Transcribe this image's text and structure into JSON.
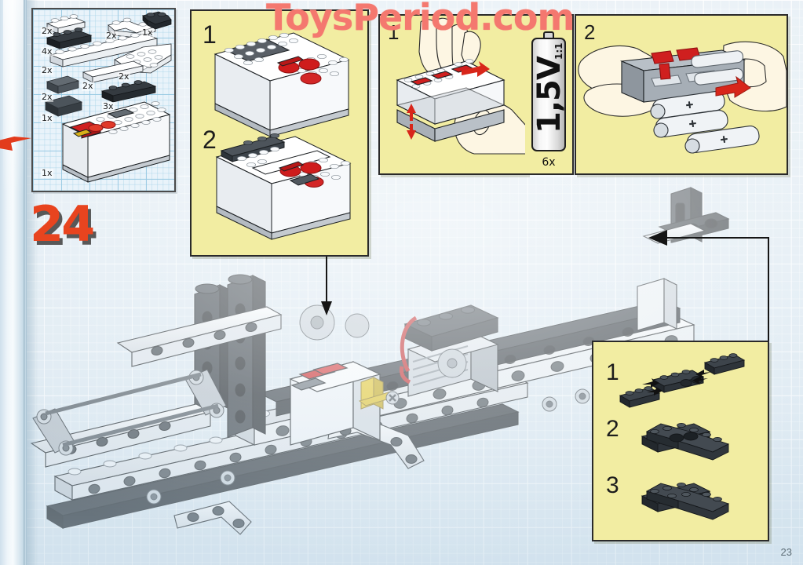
{
  "page": {
    "number": "23",
    "step_number": "24",
    "watermark": "ToysPeriod.com",
    "background_color": "#dfeaf2",
    "panel_yellow_color": "#f2eda2",
    "accent_red": "#e8441f",
    "watermark_color": "#f4786f"
  },
  "parts_bin": {
    "name": "parts-inventory",
    "items": [
      {
        "qty": "2x",
        "desc": "white-plate-1x4"
      },
      {
        "qty": "2x",
        "desc": "white-plate-corner"
      },
      {
        "qty": "1x",
        "desc": "black-plate-corner"
      },
      {
        "qty": "4x",
        "desc": "black-plate-1x4"
      },
      {
        "qty": "2x",
        "desc": "white-technic-brick-1x8"
      },
      {
        "qty": "2x",
        "desc": "white-wedge-plate-6x4"
      },
      {
        "qty": "2x",
        "desc": "white-tile-1x6"
      },
      {
        "qty": "2x",
        "desc": "dark-gray-tile-2x2"
      },
      {
        "qty": "1x",
        "desc": "dark-gray-plate-2x2"
      },
      {
        "qty": "3x",
        "desc": "black-technic-plate-1x6"
      },
      {
        "qty": "1x",
        "desc": "white-battery-box"
      }
    ]
  },
  "panel_battery_build": {
    "name": "battery-box-build-panel",
    "steps": [
      "1",
      "2"
    ]
  },
  "panel_battery_open": {
    "name": "battery-lid-open-panel",
    "step": "1"
  },
  "panel_battery_insert": {
    "name": "battery-insert-panel",
    "step": "2"
  },
  "battery_scale": {
    "name": "battery-scale-indicator",
    "voltage": "1,5V",
    "scale": "1:1",
    "quantity": "6x"
  },
  "panel_crossplate": {
    "name": "cross-plate-build-panel",
    "steps": [
      "1",
      "2",
      "3"
    ]
  },
  "main_model": {
    "name": "main-assembly-illustration",
    "description": "LEGO Technic chassis with motor, battery box and beams"
  }
}
